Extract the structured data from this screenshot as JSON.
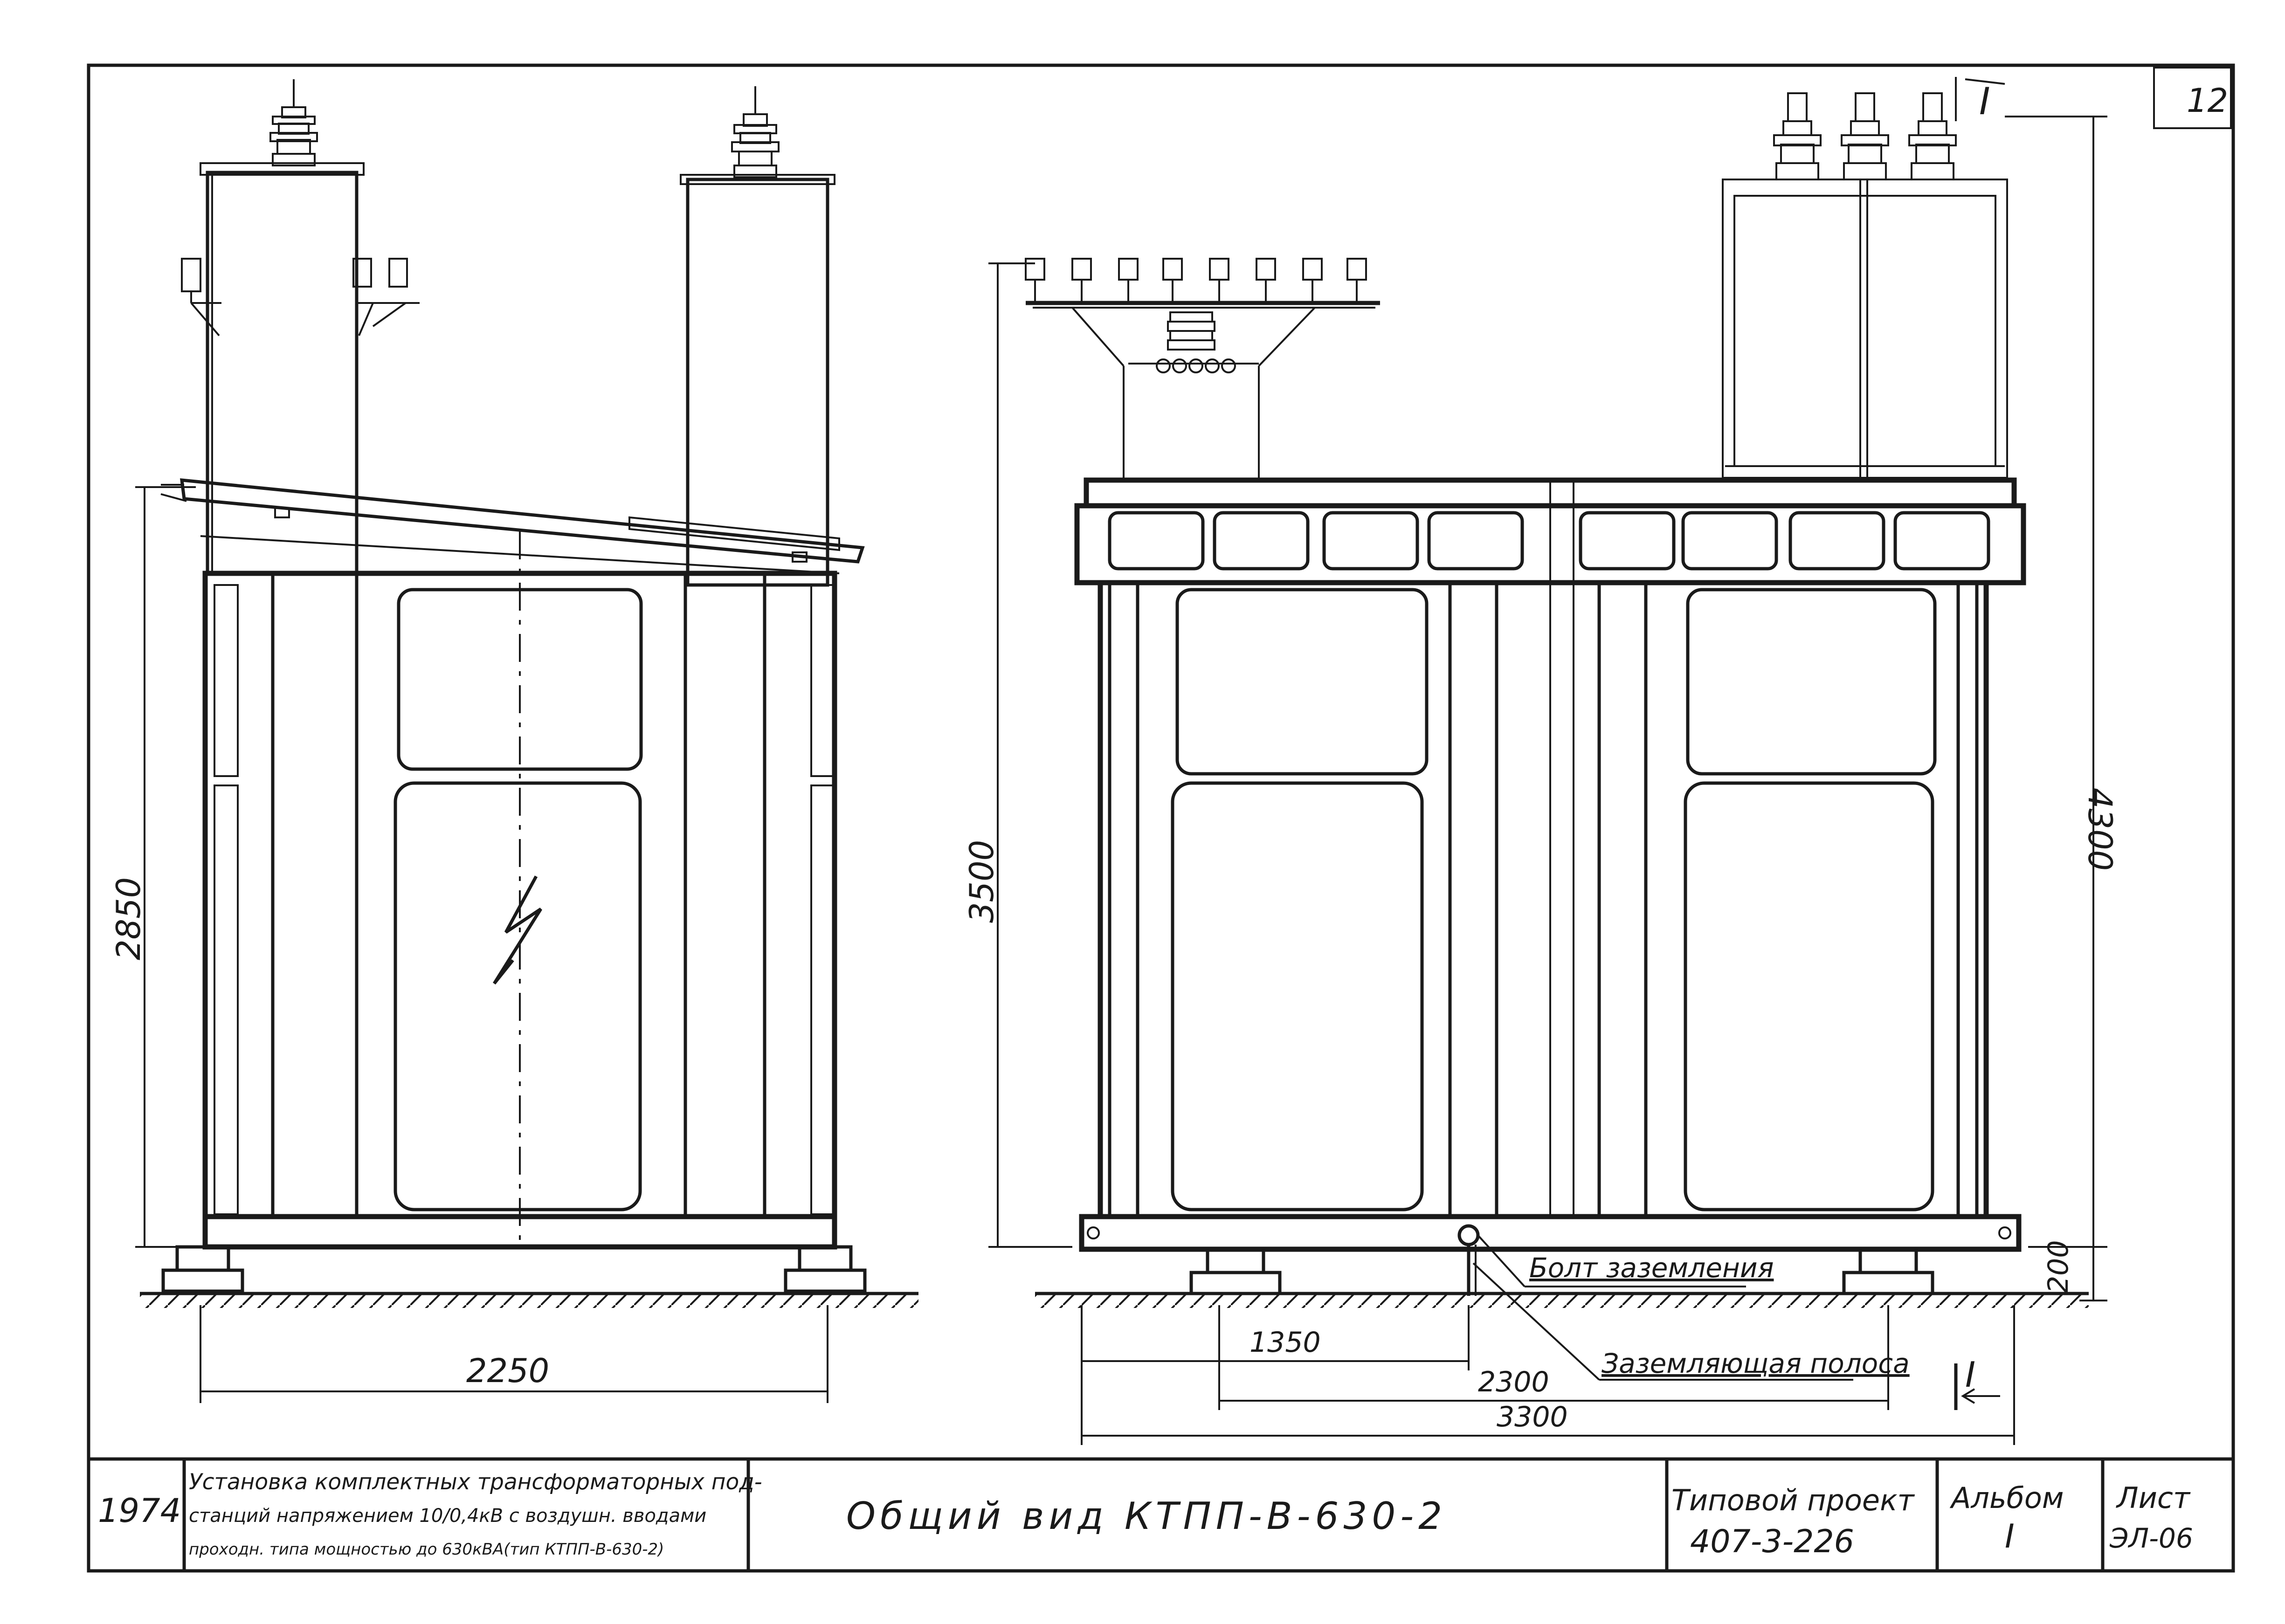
{
  "sheet_number": "12",
  "section_marks": {
    "top": "I",
    "bottom": "I"
  },
  "dimensions": {
    "side_height": "2850",
    "side_width": "2250",
    "front_height_left": "3500",
    "front_height_right": "4300",
    "base_height": "200",
    "offset_1350": "1350",
    "offset_2300": "2300",
    "overall_width": "3300"
  },
  "callouts": {
    "grounding_bolt": "Болт заземления",
    "grounding_strip": "Заземляющая полоса"
  },
  "title_block": {
    "year": "1974",
    "description_line1": "Установка комплектных трансформаторных под-",
    "description_line2": "станций напряжением 10/0,4кВ с воздушн. вводами",
    "description_line3": "проходн. типа мощностью до 630кВА(тип КТПП-В-630-2)",
    "drawing_title": "Общий вид КТПП-В-630-2",
    "project_label": "Типовой проект",
    "project_number": "407-3-226",
    "album_label": "Альбом",
    "album_value": "I",
    "sheet_label": "Лист",
    "sheet_code": "ЭЛ-06"
  }
}
